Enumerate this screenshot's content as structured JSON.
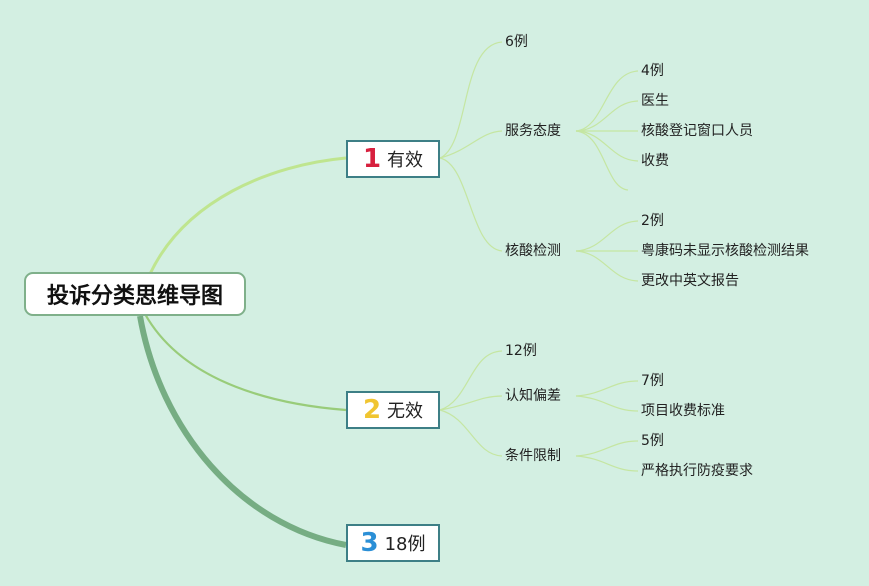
{
  "root": {
    "title": "投诉分类思维导图"
  },
  "branches": [
    {
      "number": "1",
      "number_color": "#d7203e",
      "label": "有效",
      "children": [
        {
          "text": "6例"
        },
        {
          "text": "服务态度",
          "children": [
            "4例",
            "医生",
            "核酸登记窗口人员",
            "收费"
          ]
        },
        {
          "text": "核酸检测",
          "children": [
            "2例",
            "粤康码未显示核酸检测结果",
            "更改中英文报告"
          ]
        }
      ]
    },
    {
      "number": "2",
      "number_color": "#f0c531",
      "label": "无效",
      "children": [
        {
          "text": "12例"
        },
        {
          "text": "认知偏差",
          "children": [
            "7例",
            "项目收费标准"
          ]
        },
        {
          "text": "条件限制",
          "children": [
            "5例",
            "严格执行防疫要求"
          ]
        }
      ]
    },
    {
      "number": "3",
      "number_color": "#2b8fd6",
      "label": "18例",
      "children": []
    }
  ],
  "colors": {
    "background": "#d3efe2",
    "branch1_line": "#bfe58f",
    "branch2_line": "#99cc7a",
    "branch3_line": "#76ad83",
    "twig_line": "#c5e6a2"
  }
}
